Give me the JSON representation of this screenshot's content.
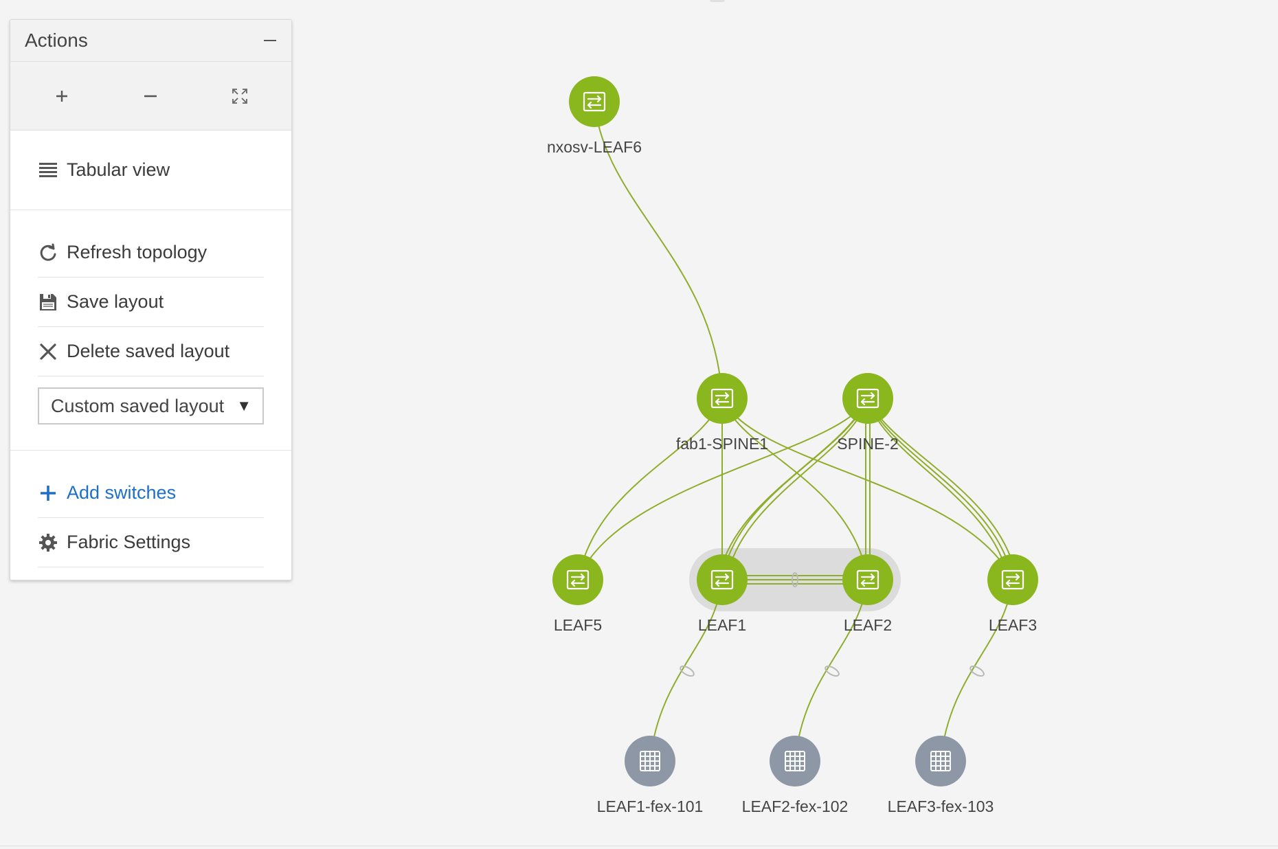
{
  "panel": {
    "title": "Actions",
    "items": {
      "tabular": "Tabular view",
      "refresh": "Refresh topology",
      "save": "Save layout",
      "delete": "Delete saved layout",
      "add": "Add switches",
      "fabric": "Fabric Settings"
    },
    "layout_select": {
      "value": "Custom saved layout"
    }
  },
  "nodes": {
    "leaf6": "nxosv-LEAF6",
    "spine1": "fab1-SPINE1",
    "spine2": "SPINE-2",
    "leaf5": "LEAF5",
    "leaf1": "LEAF1",
    "leaf2": "LEAF2",
    "leaf3": "LEAF3",
    "fex101": "LEAF1-fex-101",
    "fex102": "LEAF2-fex-102",
    "fex103": "LEAF3-fex-103"
  },
  "colors": {
    "switch": "#8ab61e",
    "link": "#8fad2c",
    "fex": "#8d97a6",
    "accent_link": "#1f6fc5"
  }
}
